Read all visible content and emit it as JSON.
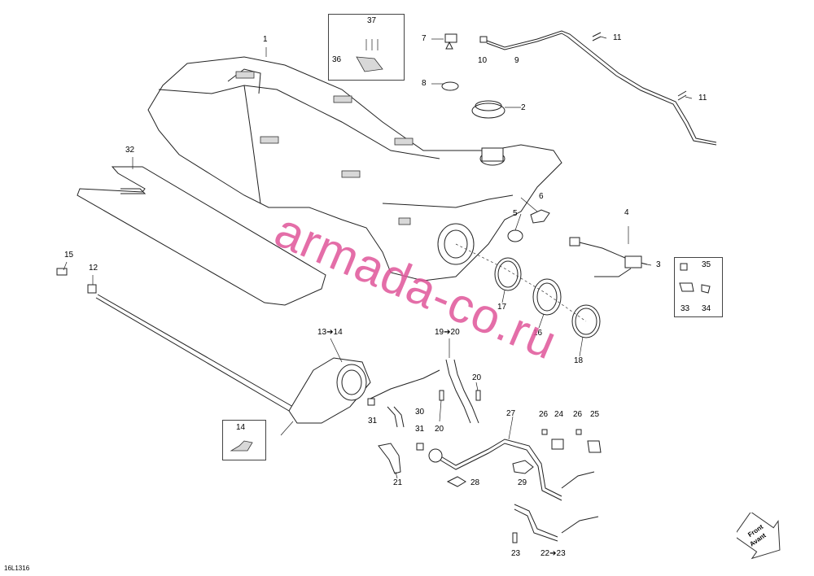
{
  "diagram_code": "16L1316",
  "watermark": "armada-co.ru",
  "front_label": "Front",
  "front_label_fr": "Avant",
  "callouts": {
    "c1": "1",
    "c2": "2",
    "c3": "3",
    "c4": "4",
    "c5": "5",
    "c6": "6",
    "c7": "7",
    "c8": "8",
    "c9": "9",
    "c10": "10",
    "c11a": "11",
    "c11b": "11",
    "c12": "12",
    "c13_14": "13➔14",
    "c14": "14",
    "c15": "15",
    "c16": "16",
    "c17": "17",
    "c18": "18",
    "c19_20": "19➔20",
    "c20a": "20",
    "c20b": "20",
    "c21": "21",
    "c22_23": "22➔23",
    "c23": "23",
    "c24": "24",
    "c25": "25",
    "c26a": "26",
    "c26b": "26",
    "c27": "27",
    "c28": "28",
    "c29": "29",
    "c30": "30",
    "c31a": "31",
    "c31b": "31",
    "c32": "32",
    "c33": "33",
    "c34": "34",
    "c35": "35",
    "c36": "36",
    "c37": "37"
  }
}
